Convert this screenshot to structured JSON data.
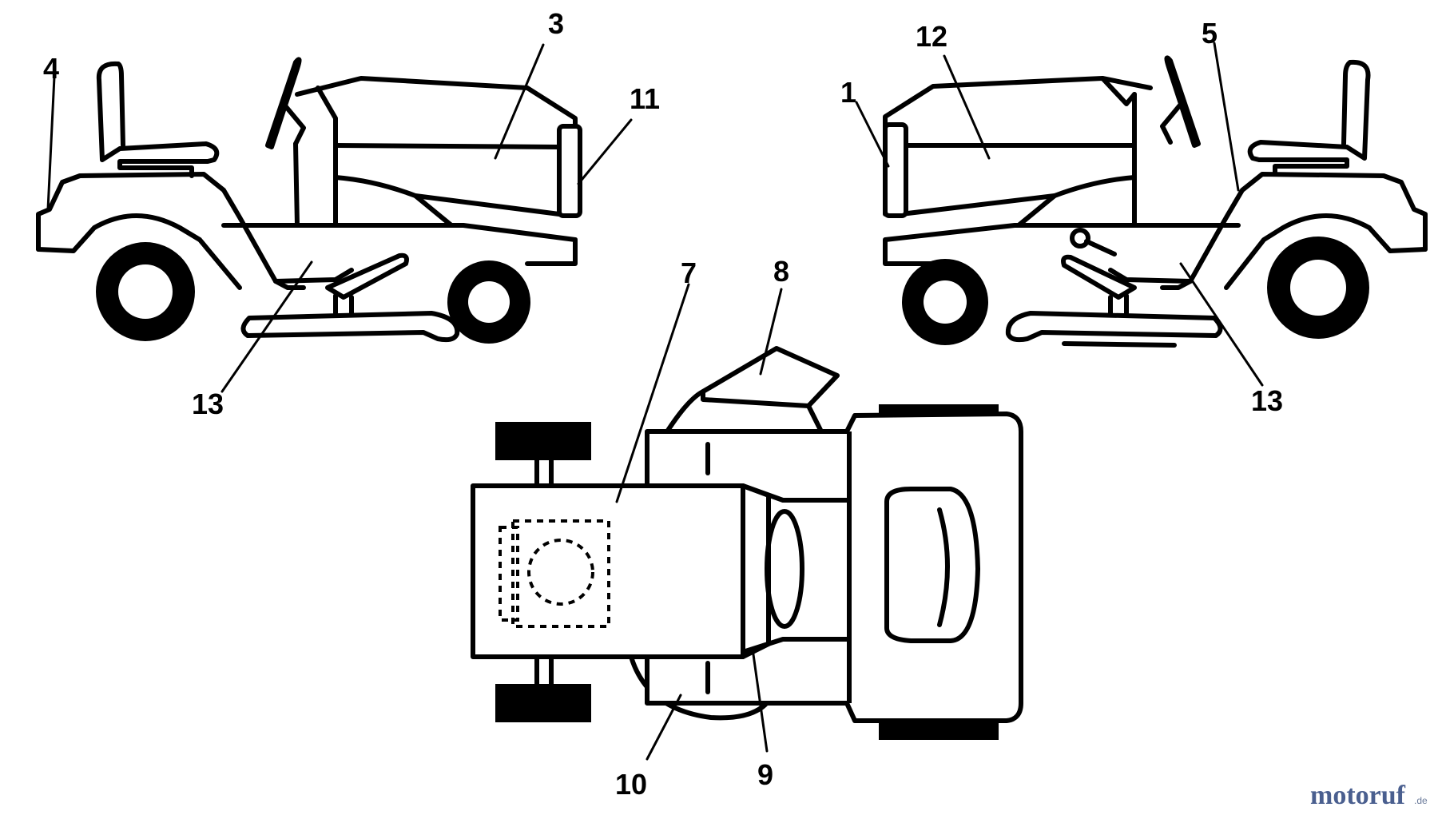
{
  "callouts": {
    "n1": "1",
    "n3": "3",
    "n4": "4",
    "n5": "5",
    "n7": "7",
    "n8": "8",
    "n9": "9",
    "n10": "10",
    "n11": "11",
    "n12": "12",
    "n13_left": "13",
    "n13_right": "13"
  },
  "watermark": {
    "brand": "motoruf",
    "suffix": ".de"
  },
  "colors": {
    "line": "#000000",
    "background": "#ffffff",
    "watermark_main": "#4a5f8f",
    "watermark_accent": "#d23a2a"
  }
}
